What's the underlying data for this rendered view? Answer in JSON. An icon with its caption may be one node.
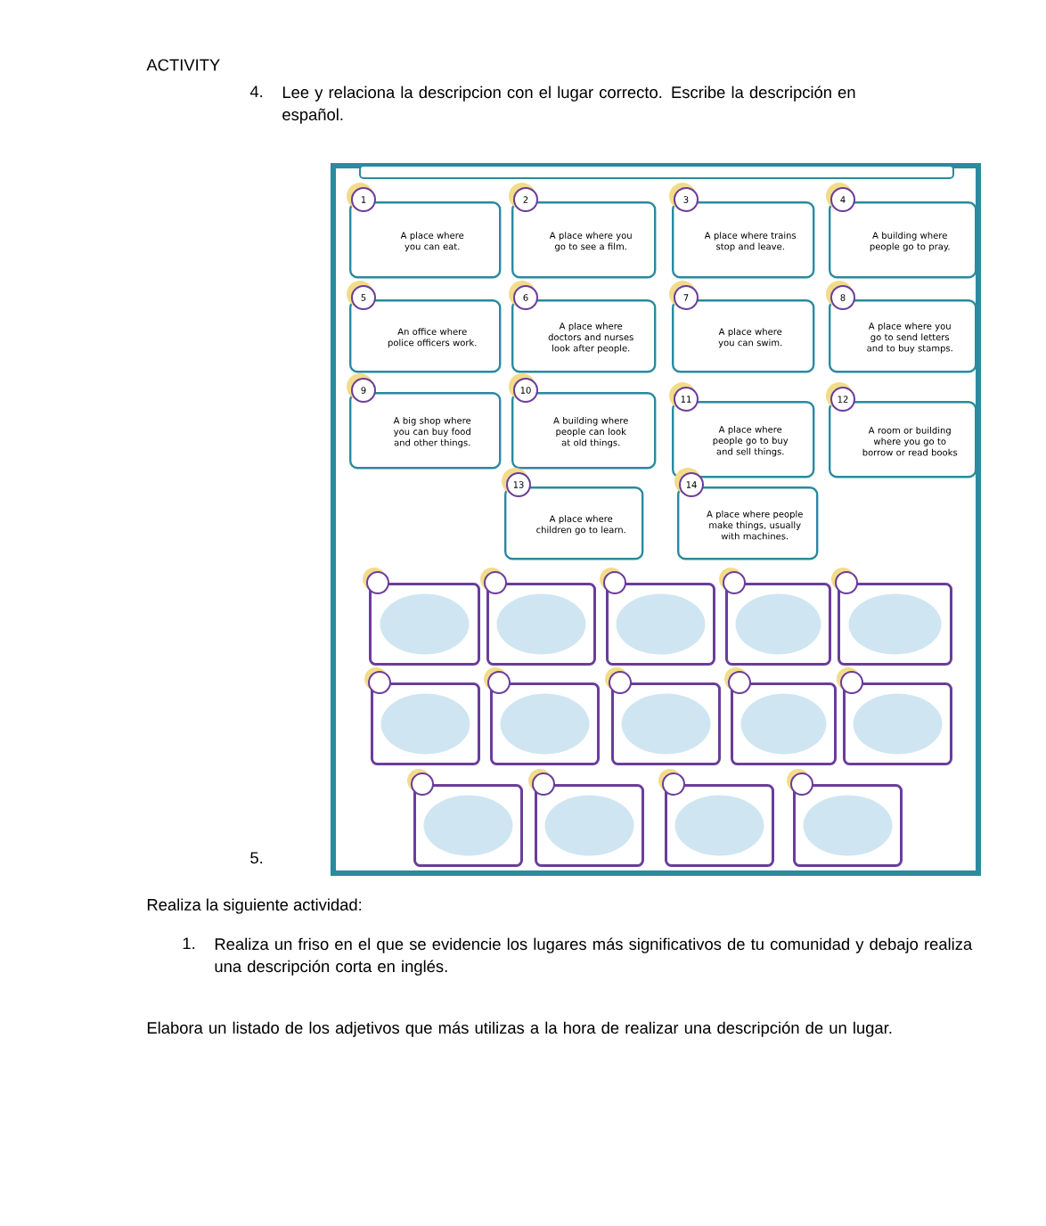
{
  "diagram": {
    "nodes": [
      {
        "text": [
          "1",
          "A place where you can eat."
        ]
      },
      {
        "text": [
          "2",
          "A place where you go to see a film."
        ]
      },
      {
        "text": [
          "3",
          "A place where trains stop and leave."
        ]
      },
      {
        "text": [
          "4",
          "A building where people go to pray."
        ]
      },
      {
        "text": [
          "5",
          "An office where police officers work."
        ]
      },
      {
        "text": [
          "6",
          "A place where doctors and nurses look after people."
        ]
      },
      {
        "text": [
          "7",
          "A place where you can swim."
        ]
      },
      {
        "text": [
          "8",
          "A place where you go to send letters and to buy stamps."
        ]
      },
      {
        "text": [
          "9",
          "A big shop where you can buy food and other things."
        ]
      },
      {
        "text": [
          "10",
          "A building where people can look at old things."
        ]
      },
      {
        "text": [
          "11",
          "A place where people go to buy and sell things."
        ]
      },
      {
        "text": [
          "12",
          "A room or building where you go to borrow or read books"
        ]
      },
      {
        "text": [
          "13",
          "A place where children go to learn."
        ]
      },
      {
        "text": [
          "14",
          "A place where people make things, usually with machines."
        ]
      },
      {
        "text": [],
        "shape": "picture"
      },
      {
        "text": [],
        "shape": "picture"
      },
      {
        "text": [],
        "shape": "picture"
      },
      {
        "text": [],
        "shape": "picture"
      },
      {
        "text": [],
        "shape": "picture"
      },
      {
        "text": [],
        "shape": "picture"
      },
      {
        "text": [],
        "shape": "picture"
      },
      {
        "text": [],
        "shape": "picture"
      },
      {
        "text": [],
        "shape": "picture"
      },
      {
        "text": [],
        "shape": "picture"
      },
      {
        "text": [],
        "shape": "picture"
      },
      {
        "text": [],
        "shape": "picture"
      },
      {
        "text": [],
        "shape": "picture"
      },
      {
        "text": [],
        "shape": "picture"
      }
    ],
    "labels": [
      "ACTIVITY",
      "4.",
      "Lee y relaciona la descripcion con el lugar correcto. Escribe la descripción en español.",
      "5.",
      "Realiza la siguiente actividad:",
      "1.",
      "Realiza un friso en el que se evidencie los lugares más significativos de tu comunidad y debajo realiza una descripción corta en inglés.",
      "Elabora un listado de los adjetivos que más utilizas a la hora de realizar una descripción de un lugar."
    ]
  }
}
